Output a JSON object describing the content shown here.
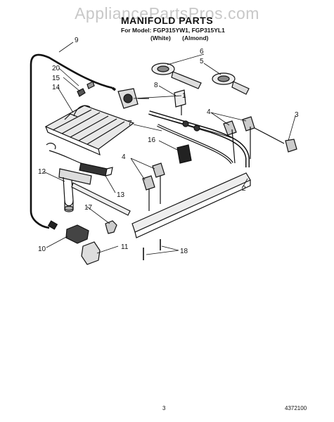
{
  "watermark": "AppliancePartsPros.com",
  "title": "MANIFOLD PARTS",
  "subtitle": "For Model: FGP315YW1, FGP315YL1",
  "variants": [
    "(White)",
    "(Almond)"
  ],
  "callouts": [
    "1",
    "2",
    "3",
    "4",
    "4",
    "5",
    "6",
    "7",
    "8",
    "9",
    "10",
    "11",
    "12",
    "13",
    "14",
    "15",
    "16",
    "17",
    "18",
    "20"
  ],
  "page_number": "3",
  "document_number": "4372100"
}
